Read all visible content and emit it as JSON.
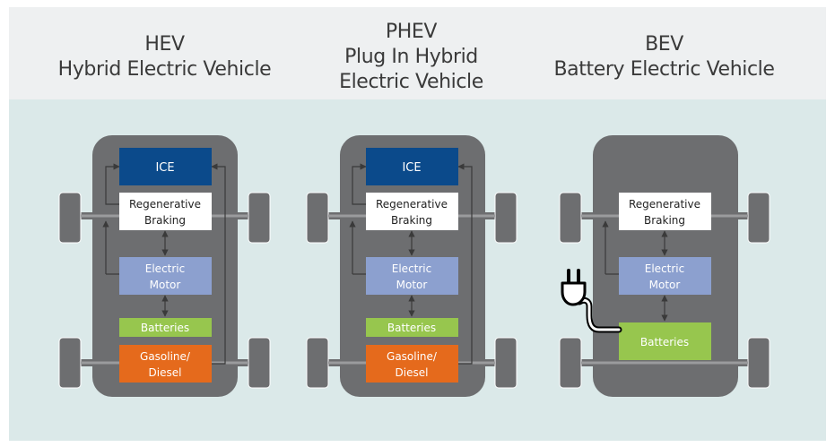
{
  "columns": [
    {
      "id": "hev",
      "title_line1": "HEV",
      "title_line2": "Hybrid Electric Vehicle",
      "title_line3": ""
    },
    {
      "id": "phev",
      "title_line1": "PHEV",
      "title_line2": "Plug In Hybrid",
      "title_line3": "Electric Vehicle"
    },
    {
      "id": "bev",
      "title_line1": "BEV",
      "title_line2": "Battery Electric Vehicle",
      "title_line3": ""
    }
  ],
  "labels": {
    "ice": "ICE",
    "regen_line1": "Regenerative",
    "regen_line2": "Braking",
    "motor_line1": "Electric",
    "motor_line2": "Motor",
    "batteries": "Batteries",
    "fuel_line1": "Gasoline/",
    "fuel_line2": "Diesel"
  },
  "colors": {
    "header_bg": "#eef0f1",
    "body_bg": "#dbe9e9",
    "car_body": "#6d6e70",
    "wheel": "#6d6e70",
    "ice": "#0b4a8b",
    "regen": "#ffffff",
    "motor": "#8ca0cf",
    "batteries": "#97c64e",
    "fuel": "#e56a1c",
    "line": "#3a3a3a"
  },
  "icons": {
    "plug": "plug-icon"
  }
}
